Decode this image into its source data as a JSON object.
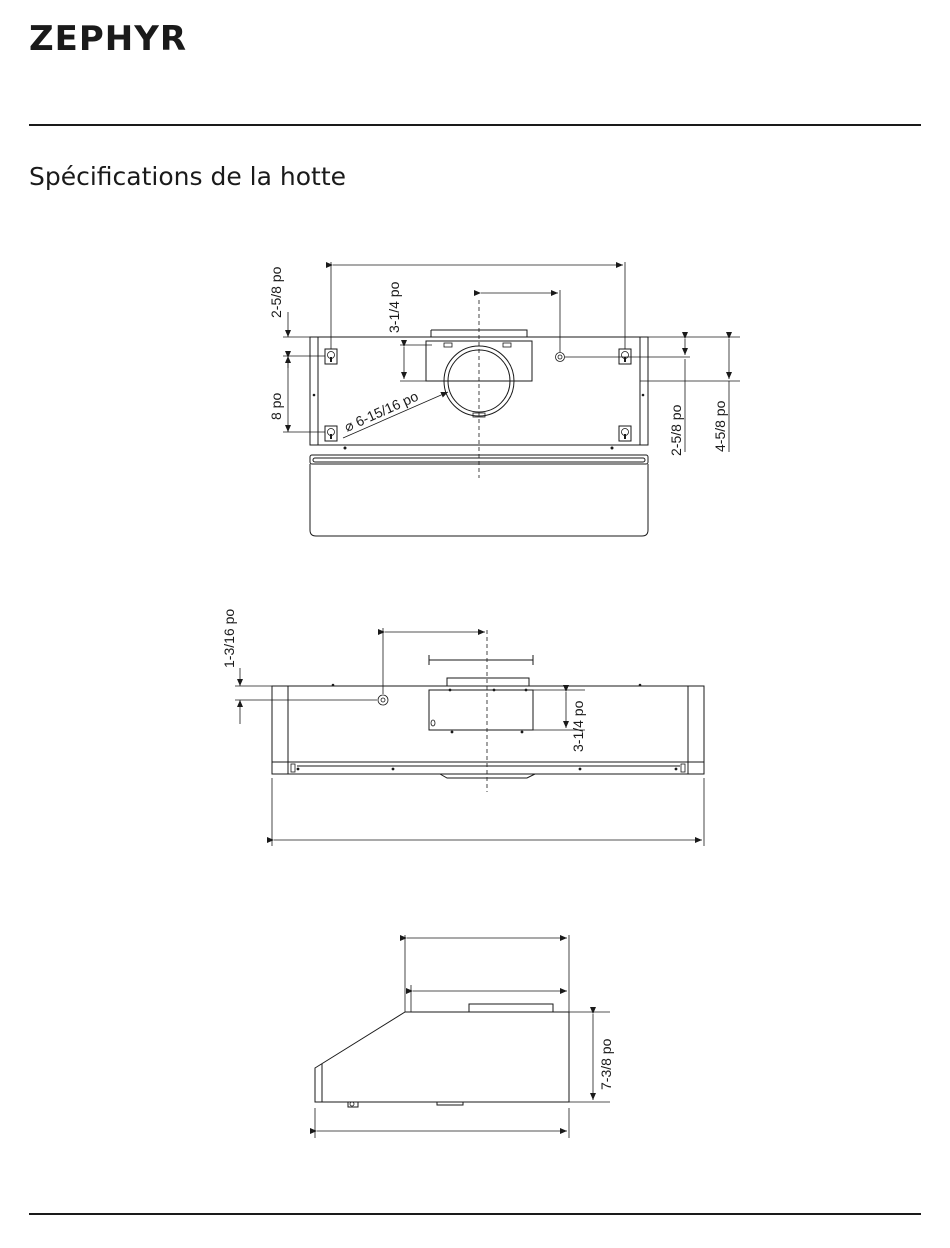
{
  "brand": {
    "logo_text": "ZEPHYR"
  },
  "page": {
    "title": "Spécifications de la hotte"
  },
  "top_view": {
    "dim_mount_top": "2-5/8 po",
    "dim_mount_vertical": "8 po",
    "dim_duct_offset": "3-1/4 po",
    "dim_duct_diameter": "⌀ 6-15/16 po",
    "dim_right_mount": "2-5/8 po",
    "dim_right_depth": "4-5/8 po"
  },
  "front_view": {
    "dim_port_height": "1-3/16 po",
    "dim_duct_height": "3-1/4 po"
  },
  "side_view": {
    "dim_height": "7-3/8 po"
  }
}
